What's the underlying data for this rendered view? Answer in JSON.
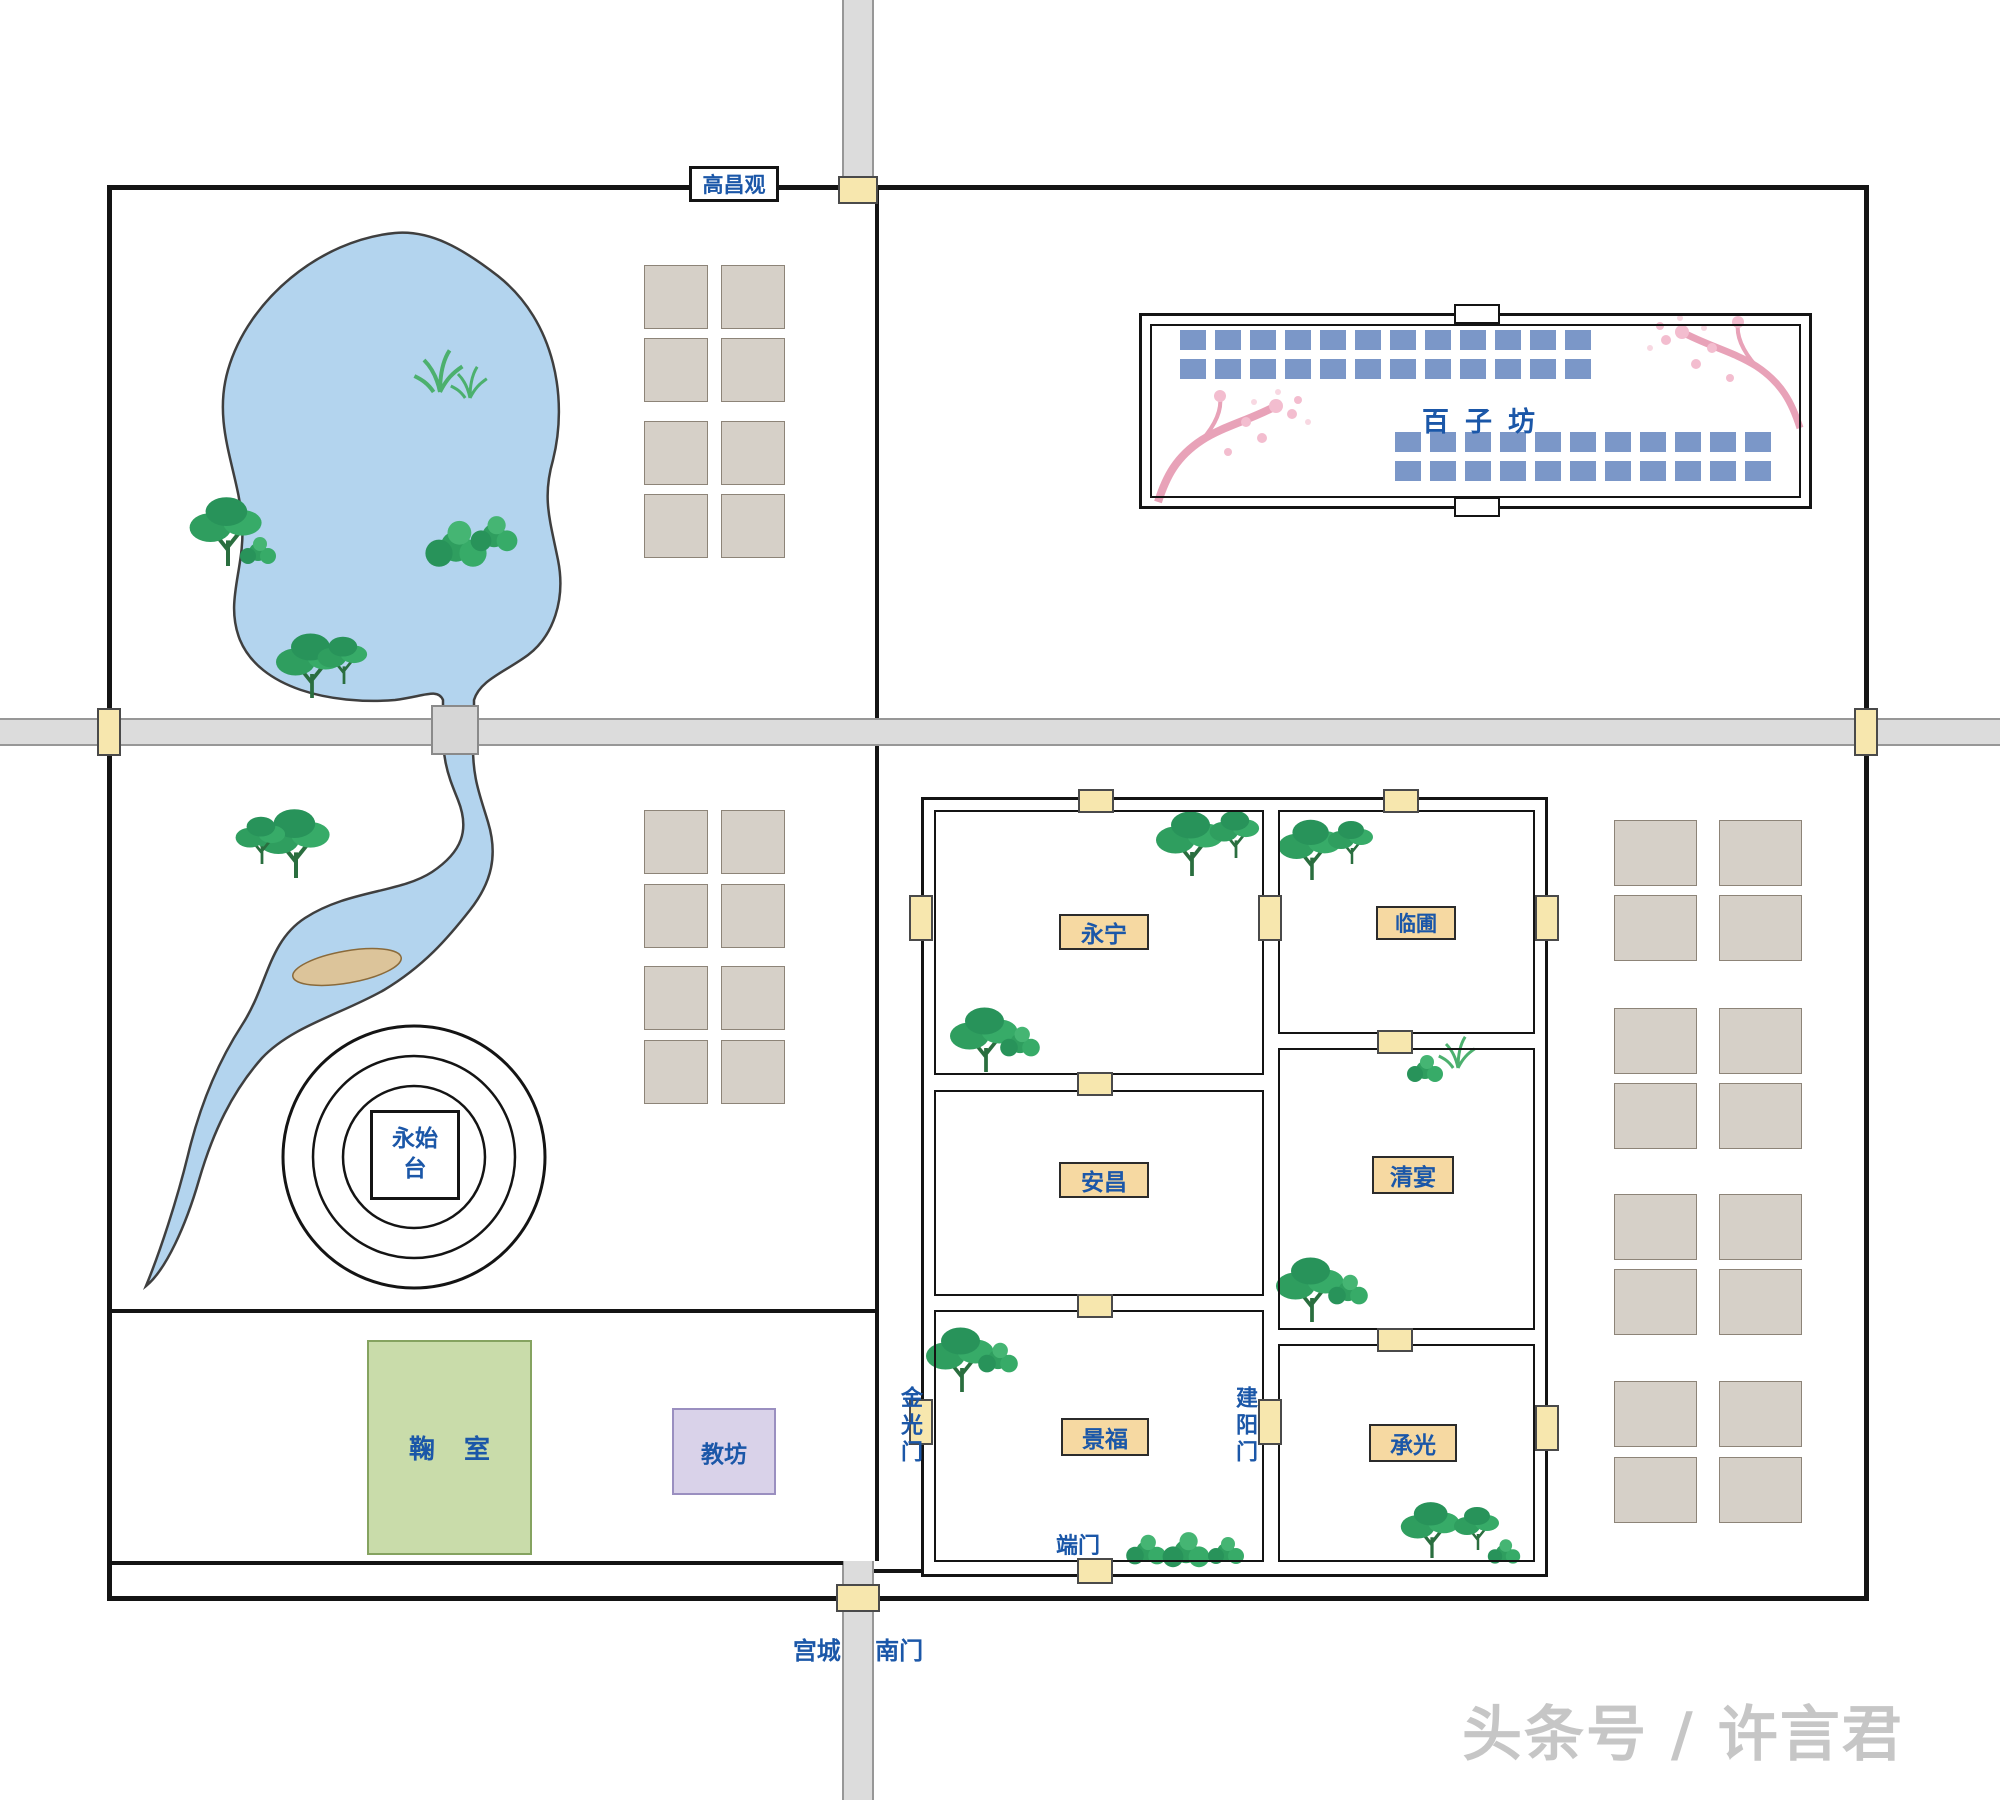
{
  "map": {
    "north_building": "高昌观",
    "south_gate": "宫城 南门",
    "baizifang": "百子坊",
    "yongshitai": "永始台",
    "jushi": "鞠 室",
    "jiaofang": "教坊"
  },
  "palace": {
    "rooms": [
      {
        "key": "yongning",
        "label": "永宁"
      },
      {
        "key": "linpu",
        "label": "临圃"
      },
      {
        "key": "anchang",
        "label": "安昌"
      },
      {
        "key": "qingyan",
        "label": "清宴"
      },
      {
        "key": "jingfu",
        "label": "景福"
      },
      {
        "key": "chengguang",
        "label": "承光"
      }
    ],
    "gates": {
      "jinguang": "金光门",
      "jianyang": "建阳门",
      "duan": "端门"
    }
  },
  "watermark": "头条号 / 许言君",
  "colors": {
    "water": "#b3d4ee",
    "road": "#dcdcdc",
    "wall": "#141414",
    "gate_yellow": "#f7e7ae",
    "text_blue": "#1b57a8",
    "building_gray": "#d6d0c8",
    "building_blue": "#7b97c8",
    "jushi_green": "#c9dcaa",
    "jiaofang_lavender": "#d9d2e9",
    "plum_pink": "#eaa6bc",
    "tree_green": "#2f9e5f",
    "island_sand": "#dcc49a"
  },
  "building_grids": [
    {
      "host": "nw-building-grid",
      "item_name": "building-block",
      "cols": [
        0,
        77
      ],
      "rows": [
        0,
        73,
        156,
        229
      ],
      "w": 64,
      "h": 64,
      "fill": "#d6d0c8",
      "stroke": "#8d8478"
    },
    {
      "host": "sw-building-grid",
      "item_name": "building-block",
      "cols": [
        0,
        77
      ],
      "rows": [
        0,
        74,
        156,
        230
      ],
      "w": 64,
      "h": 64,
      "fill": "#d6d0c8",
      "stroke": "#8d8478"
    },
    {
      "host": "east-building-grid",
      "item_name": "building-block",
      "cols": [
        0,
        105
      ],
      "rows": [
        0,
        75,
        188,
        263,
        374,
        449,
        561,
        637
      ],
      "w": 83,
      "h": 66,
      "fill": "#d6d0c8",
      "stroke": "#8d8478"
    },
    {
      "host": "baizifang-grid-top",
      "item_name": "baizifang-block",
      "cols": [
        0,
        35,
        70,
        105,
        140,
        175,
        210,
        245,
        280,
        315,
        350,
        385
      ],
      "rows": [
        0,
        29
      ],
      "w": 26,
      "h": 20,
      "fill": "#7b97c8",
      "stroke": ""
    },
    {
      "host": "baizifang-grid-bottom",
      "item_name": "baizifang-block",
      "cols": [
        0,
        35,
        70,
        105,
        140,
        175,
        210,
        245,
        280,
        315,
        350
      ],
      "rows": [
        0,
        29
      ],
      "w": 26,
      "h": 20,
      "fill": "#7b97c8",
      "stroke": ""
    }
  ]
}
